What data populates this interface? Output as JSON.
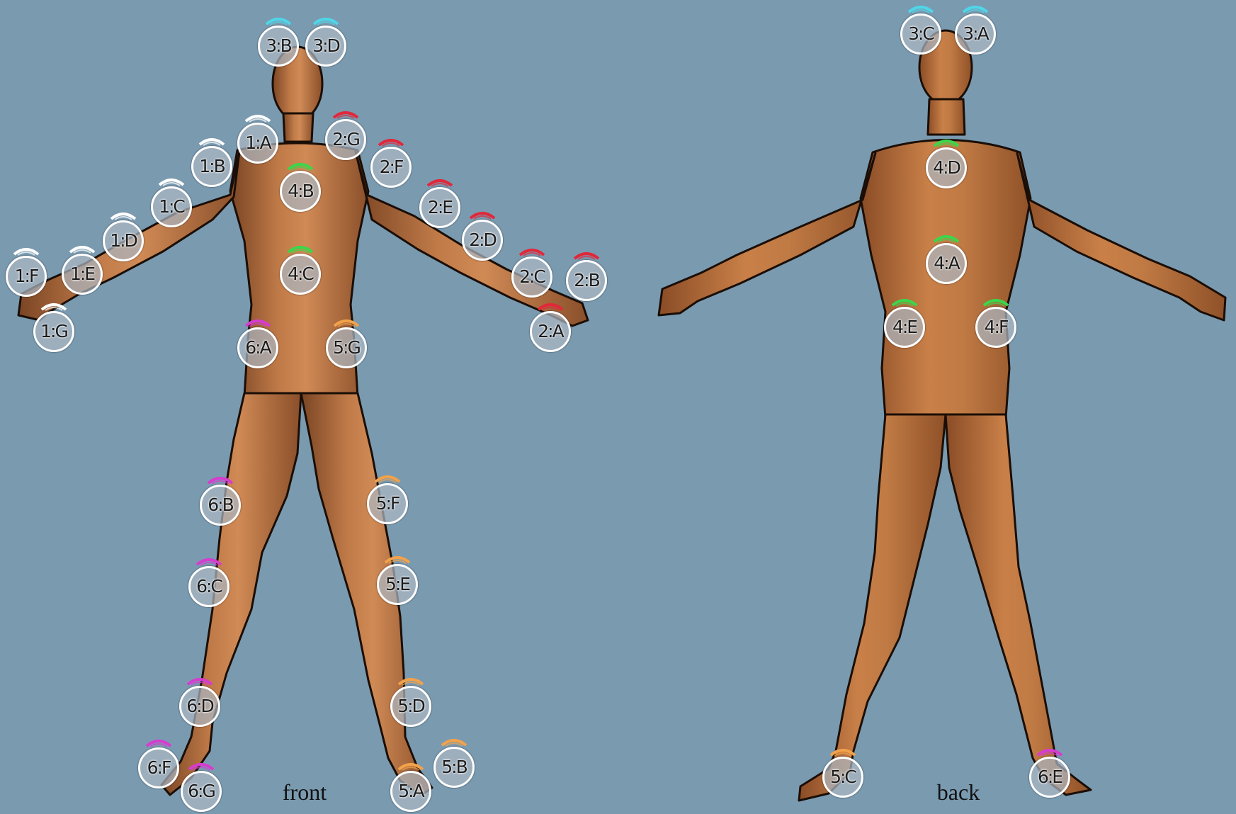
{
  "colors": {
    "background": "#7a9ab0",
    "skin": "#b57343",
    "group_1": "#ffffff",
    "group_2": "#e0283a",
    "group_3": "#4fd6e8",
    "group_4": "#3cd64a",
    "group_5": "#f2a24a",
    "group_6": "#d63ccf"
  },
  "views": {
    "front": {
      "caption": "front"
    },
    "back": {
      "caption": "back"
    }
  },
  "markers": [
    {
      "id": "3:B",
      "view": "front",
      "group": 3
    },
    {
      "id": "3:D",
      "view": "front",
      "group": 3
    },
    {
      "id": "1:A",
      "view": "front",
      "group": 1
    },
    {
      "id": "1:B",
      "view": "front",
      "group": 1
    },
    {
      "id": "1:C",
      "view": "front",
      "group": 1
    },
    {
      "id": "1:D",
      "view": "front",
      "group": 1
    },
    {
      "id": "1:E",
      "view": "front",
      "group": 1
    },
    {
      "id": "1:F",
      "view": "front",
      "group": 1
    },
    {
      "id": "1:G",
      "view": "front",
      "group": 1
    },
    {
      "id": "2:G",
      "view": "front",
      "group": 2
    },
    {
      "id": "2:F",
      "view": "front",
      "group": 2
    },
    {
      "id": "2:E",
      "view": "front",
      "group": 2
    },
    {
      "id": "2:D",
      "view": "front",
      "group": 2
    },
    {
      "id": "2:C",
      "view": "front",
      "group": 2
    },
    {
      "id": "2:B",
      "view": "front",
      "group": 2
    },
    {
      "id": "2:A",
      "view": "front",
      "group": 2
    },
    {
      "id": "4:B",
      "view": "front",
      "group": 4
    },
    {
      "id": "4:C",
      "view": "front",
      "group": 4
    },
    {
      "id": "6:A",
      "view": "front",
      "group": 6
    },
    {
      "id": "5:G",
      "view": "front",
      "group": 5
    },
    {
      "id": "6:B",
      "view": "front",
      "group": 6
    },
    {
      "id": "5:F",
      "view": "front",
      "group": 5
    },
    {
      "id": "6:C",
      "view": "front",
      "group": 6
    },
    {
      "id": "5:E",
      "view": "front",
      "group": 5
    },
    {
      "id": "6:D",
      "view": "front",
      "group": 6
    },
    {
      "id": "5:D",
      "view": "front",
      "group": 5
    },
    {
      "id": "6:F",
      "view": "front",
      "group": 6
    },
    {
      "id": "6:G",
      "view": "front",
      "group": 6
    },
    {
      "id": "5:A",
      "view": "front",
      "group": 5
    },
    {
      "id": "5:B",
      "view": "front",
      "group": 5
    },
    {
      "id": "3:C",
      "view": "back",
      "group": 3
    },
    {
      "id": "3:A",
      "view": "back",
      "group": 3
    },
    {
      "id": "4:D",
      "view": "back",
      "group": 4
    },
    {
      "id": "4:A",
      "view": "back",
      "group": 4
    },
    {
      "id": "4:E",
      "view": "back",
      "group": 4
    },
    {
      "id": "4:F",
      "view": "back",
      "group": 4
    },
    {
      "id": "5:C",
      "view": "back",
      "group": 5
    },
    {
      "id": "6:E",
      "view": "back",
      "group": 6
    }
  ]
}
